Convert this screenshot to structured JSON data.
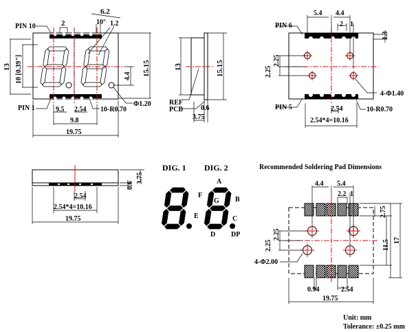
{
  "front_view": {
    "pin10": "PIN 10",
    "pin1": "PIN 1",
    "dim_2": "2",
    "dim_6_2": "6.2",
    "dim_10deg": "10°",
    "dim_1_2": "1.2",
    "dim_13": "13",
    "dim_10_inch": "10 [0.39\"]",
    "dim_15_15": "15.15",
    "dim_4_4": "4.4",
    "dim_9_5": "9.5",
    "dim_2_54": "2.54",
    "dim_9_8": "9.8",
    "dim_19_75": "19.75",
    "radius": "10-R0.70",
    "dp_dia": "Φ1.20"
  },
  "side_view": {
    "dim_13": "13",
    "dim_15_15": "15.15",
    "ref": "REF",
    "pcb": "PCB",
    "dim_0_6": "0.6",
    "dim_3_75": "3.75"
  },
  "back_view": {
    "pin6": "PIN 6",
    "pin5": "PIN 5",
    "dim_5_4": "5.4",
    "dim_4_4": "4.4",
    "dim_2": "2",
    "dim_1": "1",
    "dim_1_3": "1.3",
    "dim_2_25a": "2.25",
    "dim_2_25b": "2.25",
    "holes": "4-Φ1.40",
    "radius": "10-R0.70",
    "dim_2_54": "2.54",
    "pitch": "2.54*4=10.16"
  },
  "bottom_view": {
    "dim_2_54": "2.54",
    "pitch": "2.54*4=10.16",
    "dim_19_75": "19.75",
    "dim_0_6": "0.6",
    "dim_3_75": "3.75"
  },
  "segment_diagram": {
    "dig1": "DIG. 1",
    "dig2": "DIG. 2",
    "labels": {
      "a": "A",
      "b": "B",
      "c": "C",
      "d": "D",
      "e": "E",
      "f": "F",
      "g": "G",
      "dp": "DP"
    }
  },
  "pad_layout": {
    "title": "Recommended Soldering Pad Dimensions",
    "dim_4_4": "4.4",
    "dim_5_4": "5.4",
    "dim_2_2": "2.2",
    "dim_1": "1",
    "dim_2_75": "2.75",
    "dim_11_5": "11.5",
    "dim_17": "17",
    "dim_2_25a": "2.25",
    "dim_2_25b": "2.25",
    "holes": "4-Φ2.00",
    "dim_0_94": "0.94",
    "dim_2_54": "2.54",
    "dim_19_75": "19.75"
  },
  "notes": {
    "unit": "Unit: mm",
    "tolerance": "Tolerance: ±0.25 mm"
  },
  "colors": {
    "centerline": "#ee0000",
    "line": "#000000"
  }
}
